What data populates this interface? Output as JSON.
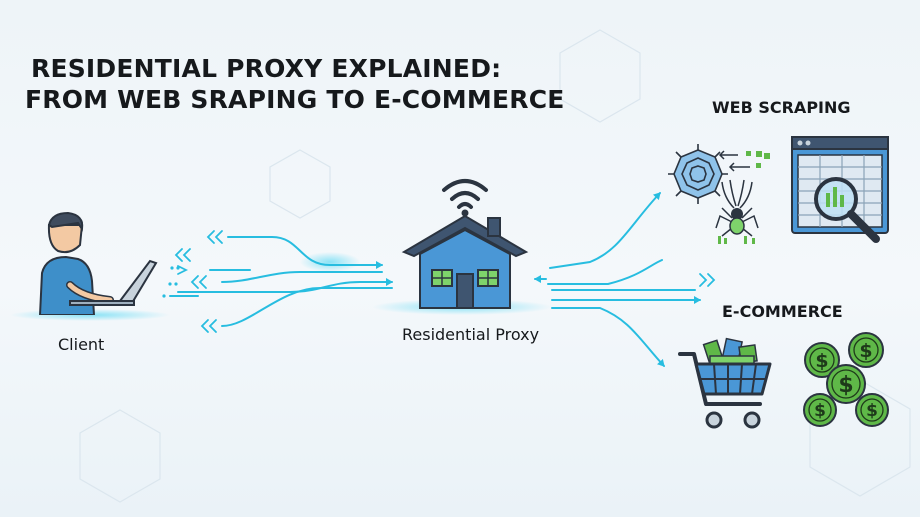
{
  "title": {
    "line1": "RESIDENTIAL PROXY EXPLAINED:",
    "line2": "FROM WEB SRAPING TO E-COMMERCE"
  },
  "nodes": {
    "client": "Client",
    "proxy": "Residential Proxy",
    "web_scraping": "WEB SCRAPING",
    "ecommerce": "E-COMMERCE"
  },
  "icons": {
    "client": "person-laptop-icon",
    "proxy": "house-wifi-icon",
    "web_scraping": [
      "spider-web-icon",
      "spider-icon",
      "data-table-magnifier-icon"
    ],
    "ecommerce": [
      "shopping-cart-icon",
      "dollar-coins-icon"
    ]
  },
  "colors": {
    "flow": "#27bde0",
    "house_roof": "#3f5570",
    "house_wall": "#4a97d6",
    "money": "#5fb848",
    "text": "#16191c"
  }
}
